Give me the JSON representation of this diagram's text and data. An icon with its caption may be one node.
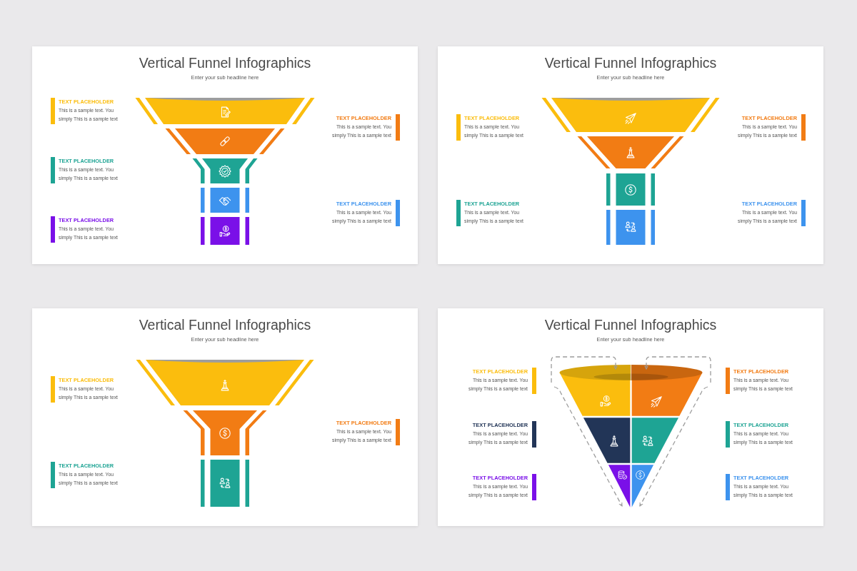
{
  "diagram": {
    "nodes": [
      {
        "text": [
          "Vertical Funnel Infographics",
          "Enter your sub headline here"
        ]
      },
      {
        "text": [
          "TEXT PLACEHOLDER",
          "This is a sample text. You simply This is a sample text"
        ],
        "in": 0
      },
      {
        "text": [
          "TEXT PLACEHOLDER",
          "This is a sample text. You simply This is a sample text"
        ],
        "in": 0
      },
      {
        "text": [
          "TEXT PLACEHOLDER",
          "This is a sample text. You simply This is a sample text"
        ],
        "in": 0
      },
      {
        "text": [
          "TEXT PLACEHOLDER",
          "This is a sample text. You simply This is a sample text"
        ],
        "in": 0
      },
      {
        "text": [
          "TEXT PLACEHOLDER",
          "This is a sample text. You simply This is a sample text"
        ],
        "in": 0
      },
      {
        "text": [
          "Vertical Funnel Infographics",
          "Enter your sub headline here"
        ]
      },
      {
        "text": [
          "TEXT PLACEHOLDER",
          "This is a sample text. You simply This is a sample text"
        ],
        "in": 6
      },
      {
        "text": [
          "TEXT PLACEHOLDER",
          "This is a sample text. You simply This is a sample text"
        ],
        "in": 6
      },
      {
        "text": [
          "TEXT PLACEHOLDER",
          "This is a sample text. You simply This is a sample text"
        ],
        "in": 6
      },
      {
        "text": [
          "TEXT PLACEHOLDER",
          "This is a sample text. You simply This is a sample text"
        ],
        "in": 6
      },
      {
        "text": [
          "Vertical Funnel Infographics",
          "Enter your sub headline here"
        ]
      },
      {
        "text": [
          "TEXT PLACEHOLDER",
          "This is a sample text. You simply This is a sample text"
        ],
        "in": 11
      },
      {
        "text": [
          "TEXT PLACEHOLDER",
          "This is a sample text. You simply This is a sample text"
        ],
        "in": 11
      },
      {
        "text": [
          "TEXT PLACEHOLDER",
          "This is a sample text. You simply This is a sample text"
        ],
        "in": 11
      },
      {
        "text": [
          "Vertical Funnel Infographics",
          "Enter your sub headline here"
        ]
      },
      {
        "text": [
          "TEXT PLACEHOLDER",
          "This is a sample text. You simply This is a sample text"
        ],
        "in": 15
      },
      {
        "text": [
          "TEXT PLACEHOLDER",
          "This is a sample text. You simply This is a sample text"
        ],
        "in": 15
      },
      {
        "text": [
          "TEXT PLACEHOLDER",
          "This is a sample text. You simply This is a sample text"
        ],
        "in": 15
      },
      {
        "text": [
          "TEXT PLACEHOLDER",
          "This is a sample text. You simply This is a sample text"
        ],
        "in": 15
      },
      {
        "text": [
          "TEXT PLACEHOLDER",
          "This is a sample text. You simply This is a sample text"
        ],
        "in": 15
      },
      {
        "text": [
          "TEXT PLACEHOLDER",
          "This is a sample text. You simply This is a sample text"
        ],
        "in": 15
      }
    ]
  }
}
